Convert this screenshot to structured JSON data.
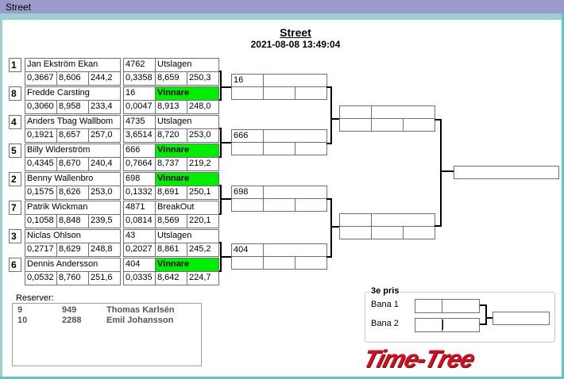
{
  "window": {
    "title": "Street"
  },
  "header": {
    "title": "Street",
    "datetime": "2021-08-08 13:49:04"
  },
  "round1": [
    {
      "seed": "1",
      "name": "Jan Ekström Ekan",
      "stats": [
        "0,3667",
        "8,606",
        "244,2"
      ],
      "number": "4762",
      "status": "Utslagen",
      "winner": false,
      "result": [
        "0,3358",
        "8,659",
        "250,3"
      ]
    },
    {
      "seed": "8",
      "name": "Fredde Carsting",
      "stats": [
        "0,3060",
        "8,958",
        "233,4"
      ],
      "number": "16",
      "status": "Vinnare",
      "winner": true,
      "result": [
        "0,0047",
        "8,913",
        "248,0"
      ]
    },
    {
      "seed": "4",
      "name": "Anders Tbag Wallbom",
      "stats": [
        "0,1921",
        "8,657",
        "257,0"
      ],
      "number": "4735",
      "status": "Utslagen",
      "winner": false,
      "result": [
        "3,6514",
        "8,720",
        "253,0"
      ]
    },
    {
      "seed": "5",
      "name": "Billy Widerström",
      "stats": [
        "0,4345",
        "8,670",
        "240,4"
      ],
      "number": "666",
      "status": "Vinnare",
      "winner": true,
      "result": [
        "0,7664",
        "8,737",
        "219,2"
      ]
    },
    {
      "seed": "2",
      "name": "Benny Wallenbro",
      "stats": [
        "0,1575",
        "8,626",
        "253,0"
      ],
      "number": "698",
      "status": "Vinnare",
      "winner": true,
      "result": [
        "0,1332",
        "8,691",
        "250,1"
      ]
    },
    {
      "seed": "7",
      "name": "Patrik Wickman",
      "stats": [
        "0,1058",
        "8,848",
        "239,5"
      ],
      "number": "4871",
      "status": "BreakOut",
      "winner": false,
      "result": [
        "0,0814",
        "8,569",
        "220,1"
      ]
    },
    {
      "seed": "3",
      "name": "Niclas  Ohlson",
      "stats": [
        "0,2717",
        "8,629",
        "248,8"
      ],
      "number": "43",
      "status": "Utslagen",
      "winner": false,
      "result": [
        "0,2027",
        "8,861",
        "245,2"
      ]
    },
    {
      "seed": "6",
      "name": "Dennis Andersson",
      "stats": [
        "0,0532",
        "8,760",
        "251,6"
      ],
      "number": "404",
      "status": "Vinnare",
      "winner": true,
      "result": [
        "0,0335",
        "8,642",
        "224,7"
      ]
    }
  ],
  "round2": [
    "16",
    "666",
    "698",
    "404"
  ],
  "reserves": {
    "label": "Reserver:",
    "rows": [
      [
        "9",
        "949",
        "Thomas Karlsén"
      ],
      [
        "10",
        "2288",
        "Emil Johansson"
      ]
    ]
  },
  "third_place": {
    "label": "3e pris",
    "lane1": "Bana 1",
    "lane2": "Bana 2"
  },
  "logo": "Time-Tree",
  "colors": {
    "winner": "#00ee00",
    "titlebar": "#9b9bcb",
    "logo": "#d01020"
  }
}
